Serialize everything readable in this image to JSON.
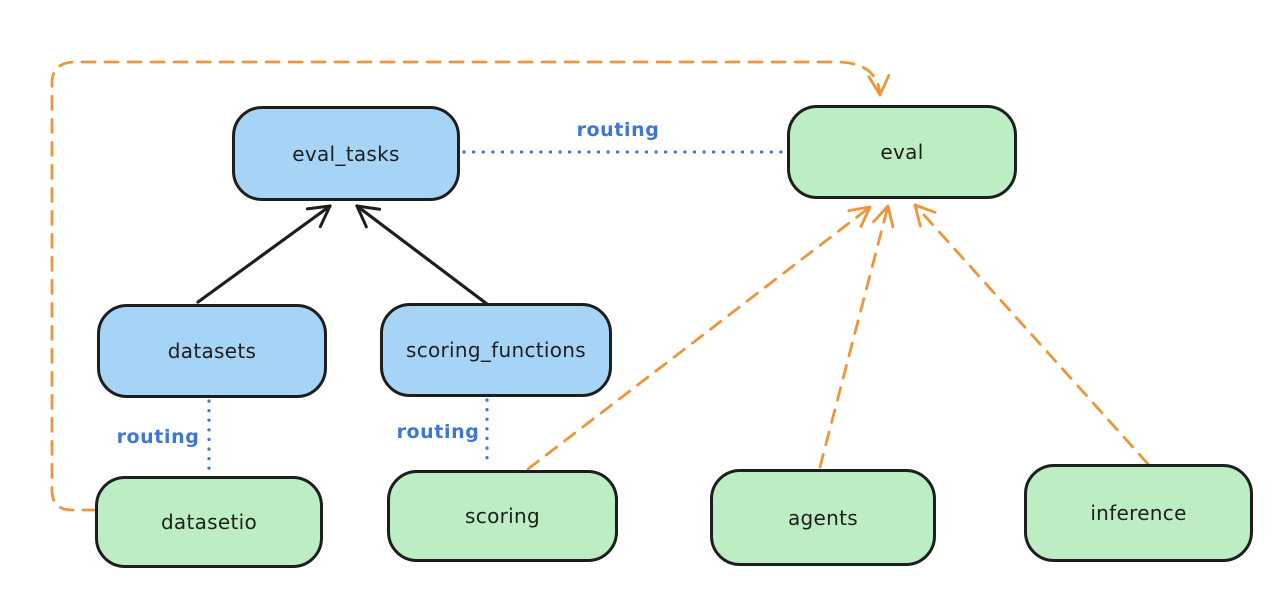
{
  "diagram_type": "architecture-diagram",
  "style": "hand-drawn",
  "colors": {
    "background": "#ffffff",
    "node_stroke": "#1e1e1e",
    "blue_node_fill": "#a6d4f7",
    "green_node_fill": "#bdedc2",
    "routing_blue": "#3e76d3",
    "dashed_orange": "#ec9639",
    "text": "#1e1e1e"
  },
  "nodes": [
    {
      "id": "eval_tasks",
      "label": "eval_tasks",
      "fill": "blue"
    },
    {
      "id": "eval",
      "label": "eval",
      "fill": "green"
    },
    {
      "id": "datasets",
      "label": "datasets",
      "fill": "blue"
    },
    {
      "id": "scoring_functions",
      "label": "scoring_functions",
      "fill": "blue"
    },
    {
      "id": "datasetio",
      "label": "datasetio",
      "fill": "green"
    },
    {
      "id": "scoring",
      "label": "scoring",
      "fill": "green"
    },
    {
      "id": "agents",
      "label": "agents",
      "fill": "green"
    },
    {
      "id": "inference",
      "label": "inference",
      "fill": "green"
    }
  ],
  "edges": [
    {
      "from": "datasets",
      "to": "eval_tasks",
      "style": "solid-black-arrow"
    },
    {
      "from": "scoring_functions",
      "to": "eval_tasks",
      "style": "solid-black-arrow"
    },
    {
      "from": "eval_tasks",
      "to": "eval",
      "style": "dotted-blue",
      "label": "routing"
    },
    {
      "from": "datasets",
      "to": "datasetio",
      "style": "dotted-blue",
      "label": "routing"
    },
    {
      "from": "scoring_functions",
      "to": "scoring",
      "style": "dotted-blue",
      "label": "routing"
    },
    {
      "from": "datasetio",
      "to": "eval",
      "style": "dashed-orange-arrow"
    },
    {
      "from": "scoring",
      "to": "eval",
      "style": "dashed-orange-arrow"
    },
    {
      "from": "agents",
      "to": "eval",
      "style": "dashed-orange-arrow"
    },
    {
      "from": "inference",
      "to": "eval",
      "style": "dashed-orange-arrow"
    }
  ]
}
